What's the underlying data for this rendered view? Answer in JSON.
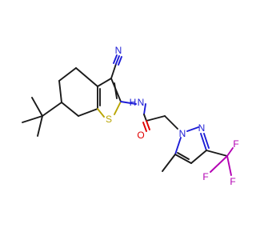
{
  "molecule": {
    "atom_labels": {
      "nitrile_n": "N",
      "amide_n": "N",
      "amide_h": "H",
      "ring_s": "S",
      "carbonyl_o": "O",
      "pyrazole_n1": "N",
      "pyrazole_n2": "N",
      "f1": "F",
      "f2": "F",
      "f3": "F"
    },
    "colors": {
      "bond": "#1a1a1a",
      "nitrogen": "#1c1cd6",
      "sulfur": "#b8a400",
      "oxygen": "#e00000",
      "fluorine": "#b300b3"
    }
  }
}
